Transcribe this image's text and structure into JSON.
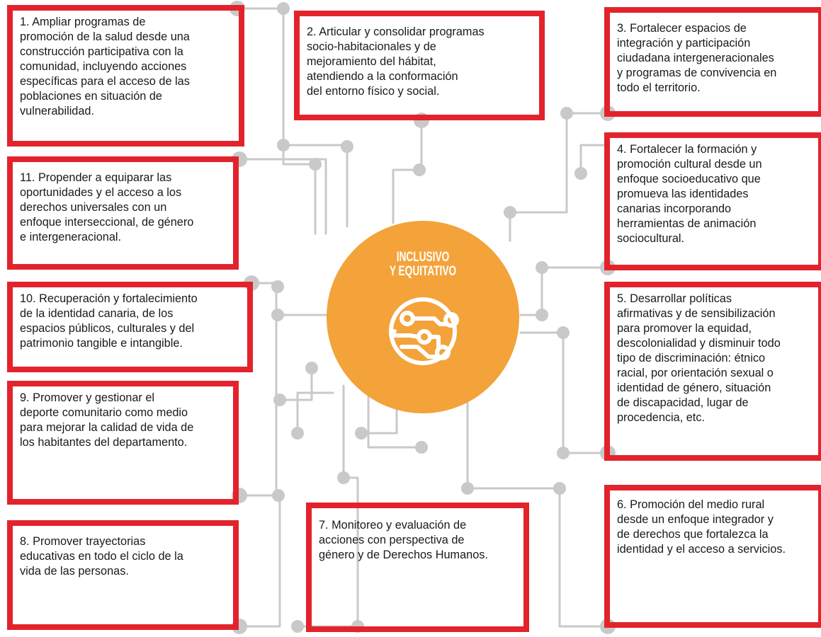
{
  "center": {
    "title": "INCLUSIVO\nY EQUITATIVO",
    "icon": "circuit-icon",
    "color": "#f3a33a"
  },
  "colors": {
    "box_border": "#e3232c",
    "connector": "#c9c9c9"
  },
  "items": [
    {
      "id": 1,
      "text": "1. Ampliar programas de\npromoción de la salud desde una\nconstrucción participativa con la\ncomunidad, incluyendo acciones\nespecíficas para el acceso de las\npoblaciones en situación de\nvulnerabilidad."
    },
    {
      "id": 2,
      "text": "2. Articular y consolidar programas\nsocio-habitacionales y de\nmejoramiento del hábitat,\natendiendo a la conformación\ndel entorno físico y social."
    },
    {
      "id": 3,
      "text": "3. Fortalecer espacios de\nintegración y participación\nciudadana intergeneracionales\ny programas de convivencia en\ntodo el territorio."
    },
    {
      "id": 4,
      "text": "4. Fortalecer la formación y\npromoción cultural desde un\nenfoque socioeducativo que\npromueva las identidades\ncanarias incorporando\nherramientas de animación\nsociocultural."
    },
    {
      "id": 5,
      "text": "5. Desarrollar políticas\nafirmativas y de sensibilización\npara promover la equidad,\ndescolonialidad y disminuir todo\ntipo de discriminación: étnico\nracial, por orientación sexual o\nidentidad de género, situación\nde discapacidad, lugar de\nprocedencia, etc."
    },
    {
      "id": 6,
      "text": "6. Promoción del medio rural\ndesde un enfoque integrador y\nde derechos que fortalezca la\nidentidad y el acceso a servicios."
    },
    {
      "id": 7,
      "text": "7. Monitoreo y evaluación de\nacciones con perspectiva de\ngénero y de Derechos Humanos."
    },
    {
      "id": 8,
      "text": "8. Promover trayectorias\neducativas en todo el ciclo de la\nvida de las personas."
    },
    {
      "id": 9,
      "text": "9. Promover y gestionar el\ndeporte comunitario como medio\npara mejorar la calidad de vida de\nlos habitantes del departamento."
    },
    {
      "id": 10,
      "text": "10. Recuperación y fortalecimiento\nde la identidad canaria, de los\nespacios públicos, culturales y del\npatrimonio tangible e intangible."
    },
    {
      "id": 11,
      "text": "11. Propender a equiparar las\noportunidades y el acceso a los\nderechos universales con un\nenfoque interseccional, de género\ne intergeneracional."
    }
  ]
}
